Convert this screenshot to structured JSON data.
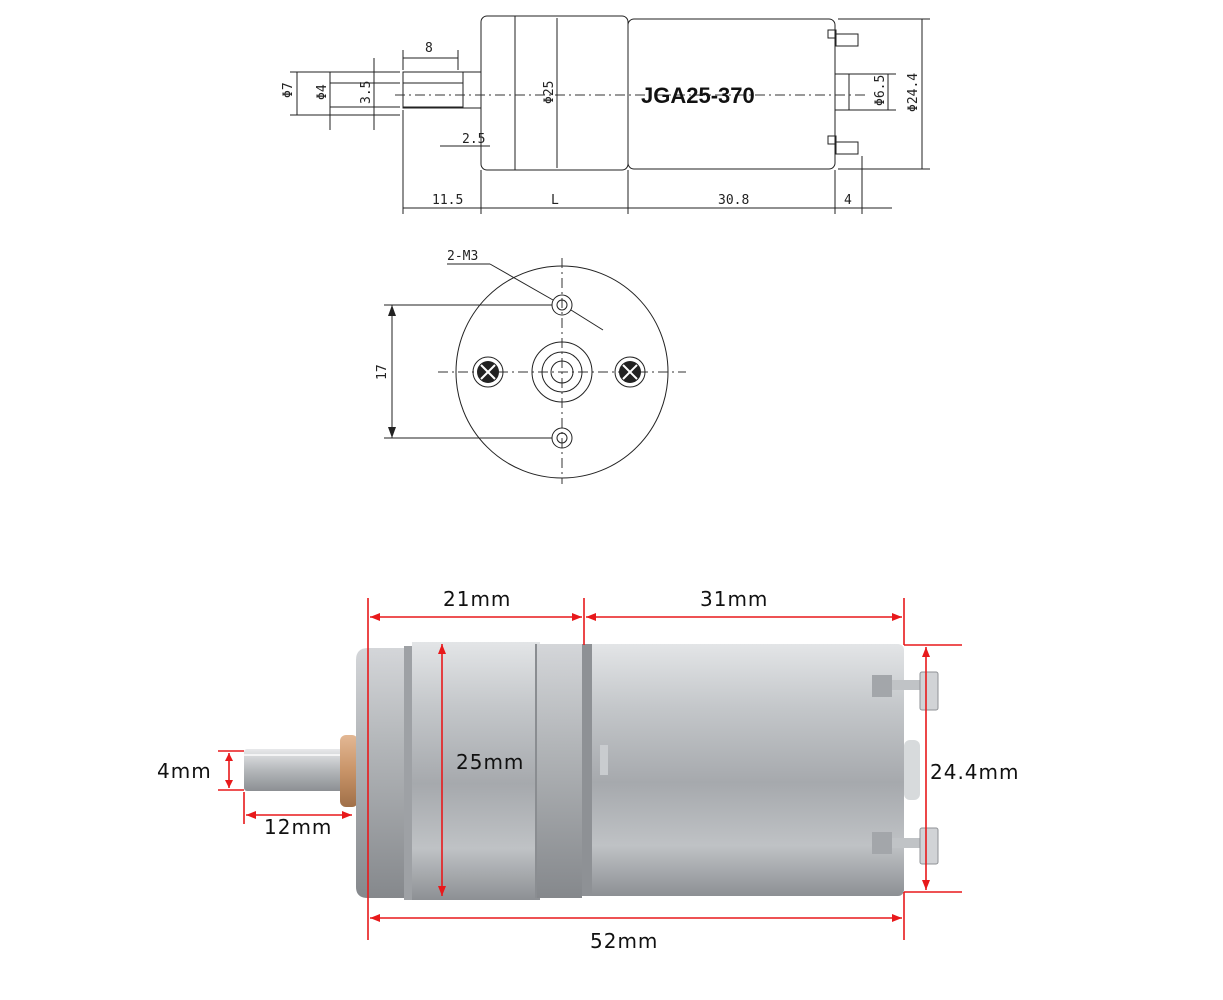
{
  "top_drawing": {
    "model": "JGA25-370",
    "dims": {
      "shaft_flat_len": "8",
      "shaft_dia_outer": "Φ7",
      "shaft_dia": "Φ4",
      "shaft_flat": "3.5",
      "gearbox_dia": "Φ25",
      "boss_dia": "Φ6.5",
      "motor_dia": "Φ24.4",
      "shoulder": "2.5",
      "shaft_len": "11.5",
      "gearbox_len": "L",
      "motor_len": "30.8",
      "terminal_len": "4"
    }
  },
  "face_drawing": {
    "hole_label": "2-M3",
    "hole_spacing": "17"
  },
  "photo_dims": {
    "gearbox_len": "21mm",
    "motor_len": "31mm",
    "gearbox_dia": "25mm",
    "motor_dia": "24.4mm",
    "shaft_dia": "4mm",
    "shaft_len": "12mm",
    "total_len": "52mm"
  },
  "colors": {
    "dim_red": "#e8191b",
    "metal": "#b9bcbf",
    "brass": "#c89468"
  }
}
